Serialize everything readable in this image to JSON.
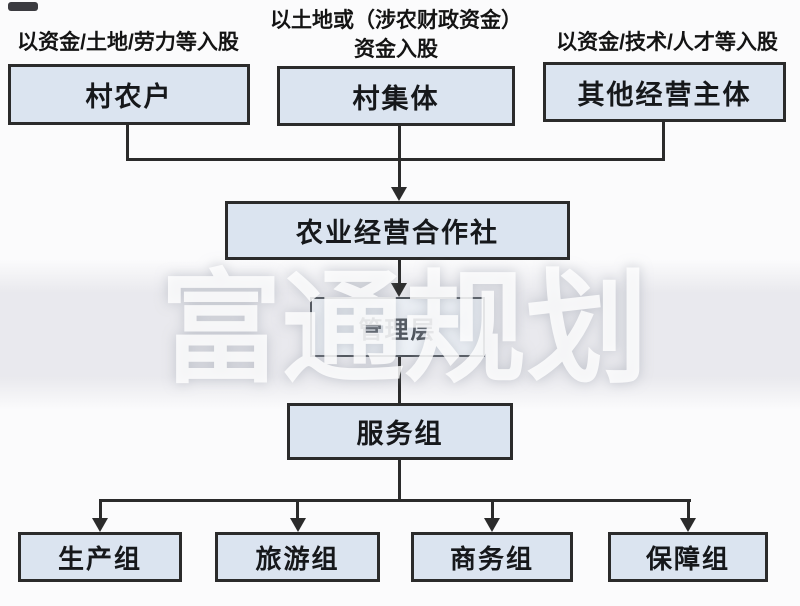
{
  "labels": {
    "left": "以资金/土地/劳力等入股",
    "middle_line1": "以土地或（涉农财政资金）",
    "middle_line2": "资金入股",
    "right": "以资金/技术/人才等入股"
  },
  "nodes": {
    "farmers": {
      "label": "村农户"
    },
    "collective": {
      "label": "村集体"
    },
    "other_entities": {
      "label": "其他经营主体"
    },
    "cooperative": {
      "label": "农业经营合作社"
    },
    "management": {
      "label": "管理层"
    },
    "service_group": {
      "label": "服务组"
    },
    "production_group": {
      "label": "生产组"
    },
    "tourism_group": {
      "label": "旅游组"
    },
    "business_group": {
      "label": "商务组"
    },
    "support_group": {
      "label": "保障组"
    }
  },
  "watermark": {
    "text": "富通规划"
  },
  "colors": {
    "node_fill": "#dbe4f0",
    "node_border": "#2b2b2b",
    "connector": "#2b2b2b",
    "label_text": "#141414",
    "management_fill": "#eef2f7",
    "watermark": "#ffffff",
    "background": "#fbfbfc"
  }
}
